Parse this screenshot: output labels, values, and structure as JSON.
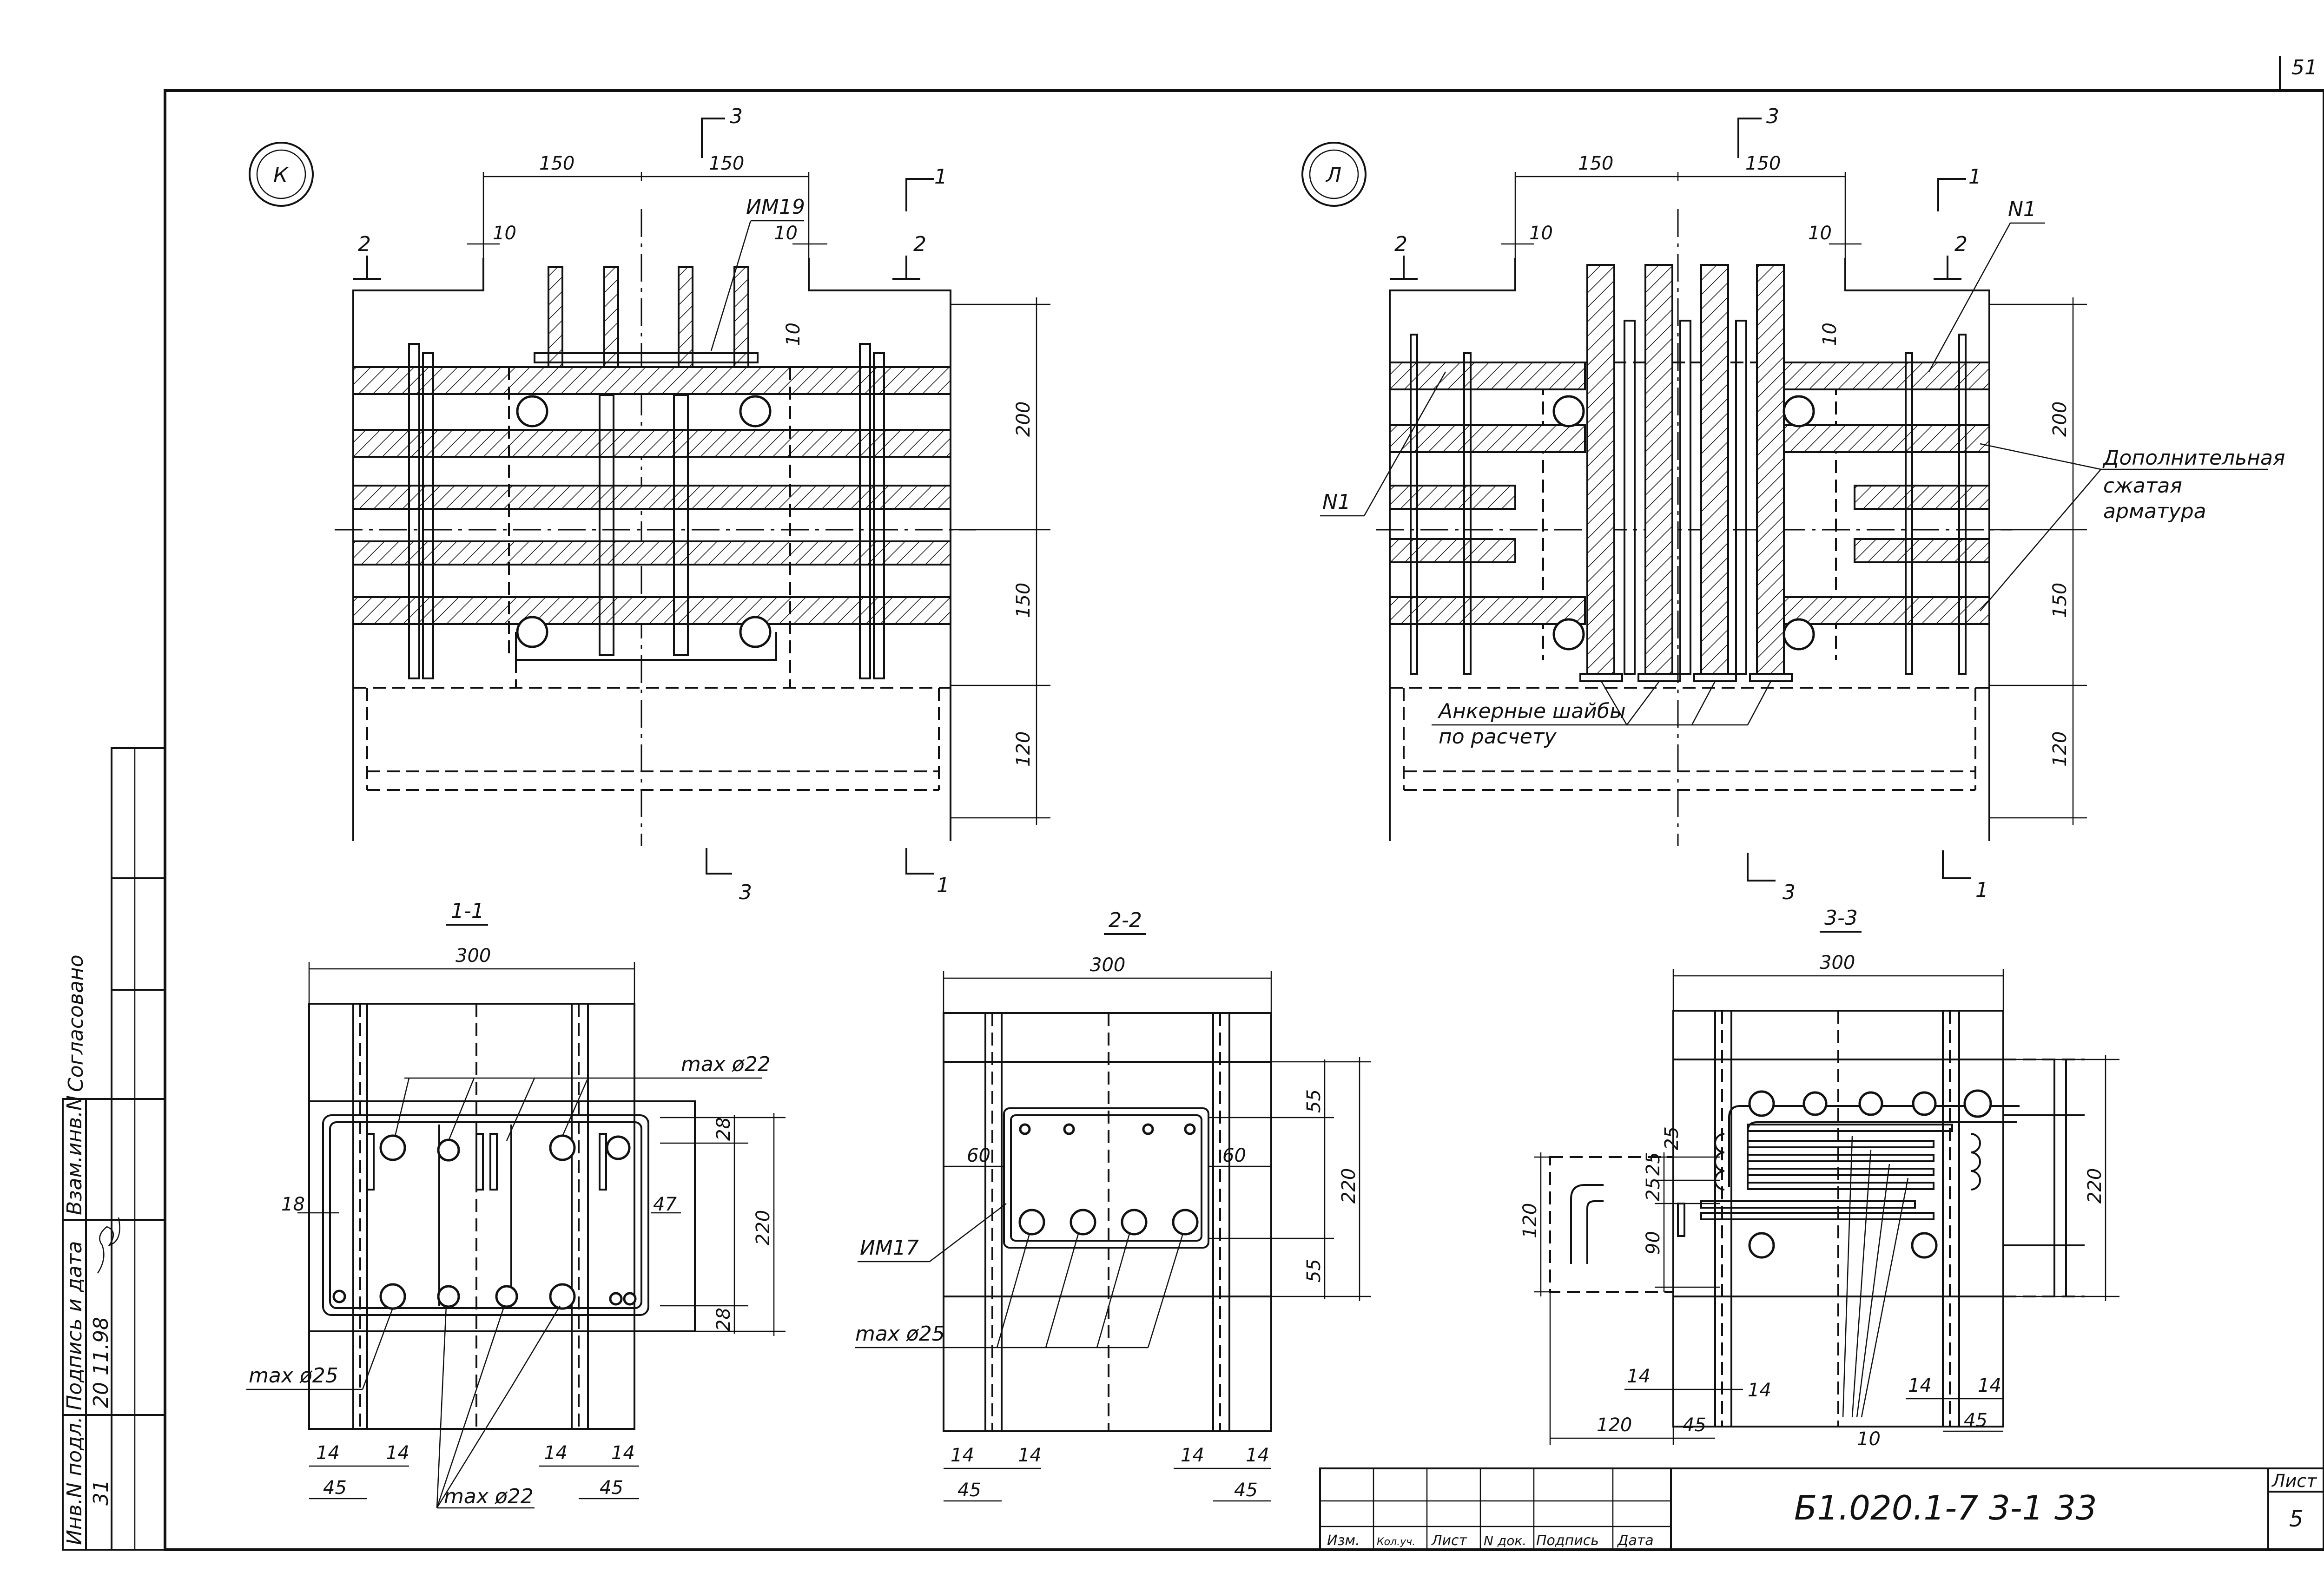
{
  "sheet": {
    "page_number": "51",
    "sheet_label": "Лист",
    "sheet_value": "5",
    "designation": "Б1.020.1-7  3-1",
    "series_number": "33",
    "agreed": "Согласовано",
    "stamp_fields": [
      "Изм.",
      "Кол.уч.",
      "Лист",
      "N док.",
      "Подпись",
      "Дата"
    ],
    "left_stamp": {
      "inv": "Инв.N подл.",
      "sign_date": "Подпись и дата",
      "vzam": "Взам.инв.N",
      "inv_value": "31",
      "date_value": "20 11.98"
    }
  },
  "node_k": {
    "marker": "К",
    "dims": {
      "w150a": "150",
      "w150b": "150",
      "d10a": "10",
      "d10b": "10",
      "d10c": "10",
      "h200": "200",
      "h150": "150",
      "h120": "120"
    },
    "part": "ИМ19",
    "cuts": {
      "c3top": "3",
      "c1top": "1",
      "c2left": "2",
      "c2right": "2",
      "c3bot": "3",
      "c1bot": "1"
    }
  },
  "node_l": {
    "marker": "Л",
    "dims": {
      "w150a": "150",
      "w150b": "150",
      "d10a": "10",
      "d10b": "10",
      "d10c": "10",
      "h200": "200",
      "h150": "150",
      "h120": "120"
    },
    "n1_top": "N1",
    "n1_left": "N1",
    "extra_rebar": [
      "Дополнительная",
      "сжатая",
      "арматура"
    ],
    "anchor_washers": [
      "Анкерные шайбы",
      "по расчету"
    ],
    "cuts": {
      "c3top": "3",
      "c1top": "1",
      "c2left": "2",
      "c2right": "2",
      "c3bot": "3",
      "c1bot": "1"
    }
  },
  "section_1_1": {
    "title": "1-1",
    "width": "300",
    "top_max": "max ø22",
    "bottom_max25": "max ø25",
    "bottom_max22": "max ø22",
    "d18": "18",
    "d47": "47",
    "d28a": "28",
    "d28b": "28",
    "h220": "220",
    "b14a": "14",
    "b14b": "14",
    "b45a": "45",
    "b14c": "14",
    "b14d": "14",
    "b45b": "45"
  },
  "section_2_2": {
    "title": "2-2",
    "width": "300",
    "d60a": "60",
    "d60b": "60",
    "d55a": "55",
    "d55b": "55",
    "h220": "220",
    "part": "ИМ17",
    "max25": "max ø25",
    "b14a": "14",
    "b14b": "14",
    "b45a": "45",
    "b14c": "14",
    "b14d": "14",
    "b45b": "45"
  },
  "section_3_3": {
    "title": "3-3",
    "width": "300",
    "d25a": "25",
    "d25b": "25",
    "d25c": "25",
    "h120": "120",
    "h90": "90",
    "h220": "220",
    "b14a": "14",
    "b14b": "14",
    "b120": "120",
    "b45a": "45",
    "b14c": "14",
    "b14d": "14",
    "b45b": "45",
    "d10": "10"
  }
}
